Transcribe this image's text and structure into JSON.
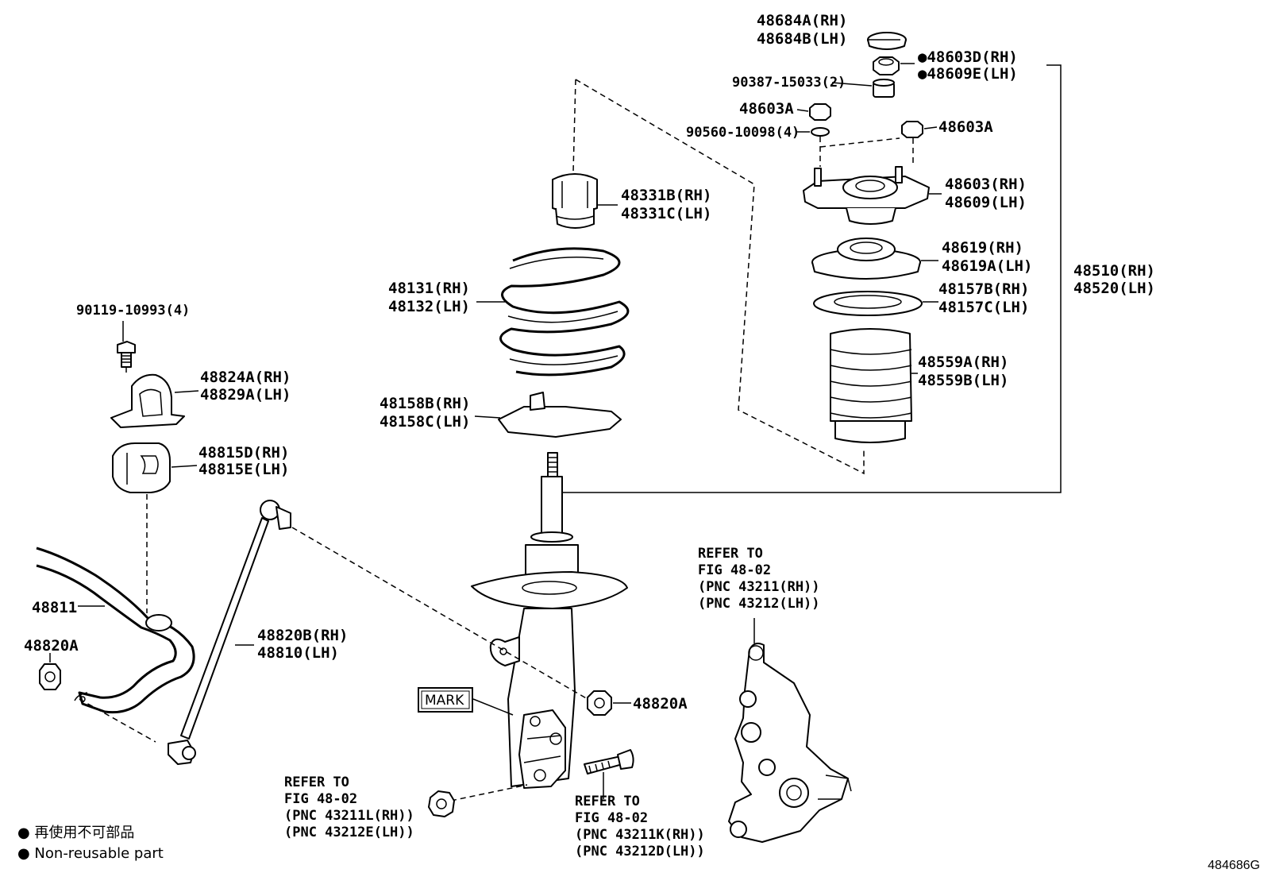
{
  "labels": {
    "p48684": [
      "48684A(RH)",
      "48684B(LH)"
    ],
    "p48603d": [
      "●48603D(RH)",
      "●48609E(LH)"
    ],
    "p90387": "90387-15033(2)",
    "p48603a_left": "48603A",
    "p90560": "90560-10098(4)",
    "p48603a_right": "48603A",
    "p48603": [
      "48603(RH)",
      "48609(LH)"
    ],
    "p48619": [
      "48619(RH)",
      "48619A(LH)"
    ],
    "p48157": [
      "48157B(RH)",
      "48157C(LH)"
    ],
    "p48559": [
      "48559A(RH)",
      "48559B(LH)"
    ],
    "p48510": [
      "48510(RH)",
      "48520(LH)"
    ],
    "p48331": [
      "48331B(RH)",
      "48331C(LH)"
    ],
    "p48131": [
      "48131(RH)",
      "48132(LH)"
    ],
    "p48158": [
      "48158B(RH)",
      "48158C(LH)"
    ],
    "p90119": "90119-10993(4)",
    "p48824": [
      "48824A(RH)",
      "48829A(LH)"
    ],
    "p48815": [
      "48815D(RH)",
      "48815E(LH)"
    ],
    "p48811": "48811",
    "p48820a_left": "48820A",
    "p48820b": [
      "48820B(RH)",
      "48810(LH)"
    ],
    "p48820a_mid": "48820A",
    "mark": "MARK"
  },
  "refs": {
    "knuckle": [
      "REFER TO",
      "FIG 48-02",
      "(PNC 43211(RH))",
      "(PNC 43212(LH))"
    ],
    "nut": [
      "REFER TO",
      "FIG 48-02",
      "(PNC 43211L(RH))",
      "(PNC 43212E(LH))"
    ],
    "bolt": [
      "REFER TO",
      "FIG 48-02",
      "(PNC 43211K(RH))",
      "(PNC 43212D(LH))"
    ]
  },
  "legend": {
    "line1": "● 再使用不可部品",
    "line2": "● Non-reusable part"
  },
  "figure_code": "484686G"
}
